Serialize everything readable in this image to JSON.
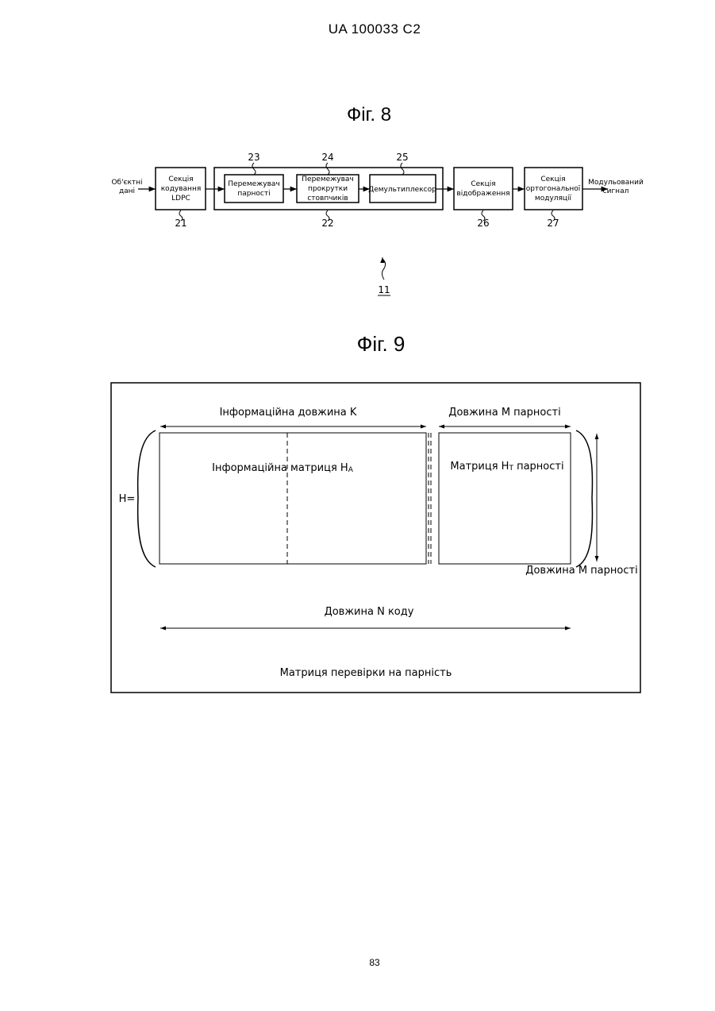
{
  "header": {
    "doc_id": "UA   100033   C2"
  },
  "fig8": {
    "title": "Фіг. 8",
    "input_label": [
      "Об'єктні",
      "дані"
    ],
    "output_label": [
      "Модульований",
      "сигнал"
    ],
    "blocks": {
      "ldpc": [
        "Секція",
        "кодування",
        "LDPC"
      ],
      "parity_interleaver": [
        "Перемежувач",
        "парності"
      ],
      "column_twist": [
        "Перемежувач",
        "прокрутки",
        "стовпчиків"
      ],
      "demux": [
        "Демультиплексор"
      ],
      "mapping": [
        "Секція",
        "відображення"
      ],
      "ofdm": [
        "Секція",
        "ортогональної",
        "модуляції"
      ]
    },
    "refs": {
      "r21": "21",
      "r22": "22",
      "r23": "23",
      "r24": "24",
      "r25": "25",
      "r26": "26",
      "r27": "27",
      "r11": "11"
    }
  },
  "fig9": {
    "title": "Фіг. 9",
    "info_length": "Інформаційна довжина K",
    "parity_length_top": "Довжина M парності",
    "info_matrix": "Інформаційна матриця H",
    "info_matrix_sub": "A",
    "parity_matrix_prefix": "Матриця H",
    "parity_matrix_sub": "T",
    "parity_matrix_suffix": " парності",
    "h_label": "H=",
    "parity_length_side": "Довжина M парності",
    "code_length": "Довжина N коду",
    "caption": "Матриця перевірки на парність"
  },
  "footer": {
    "page_number": "83"
  }
}
